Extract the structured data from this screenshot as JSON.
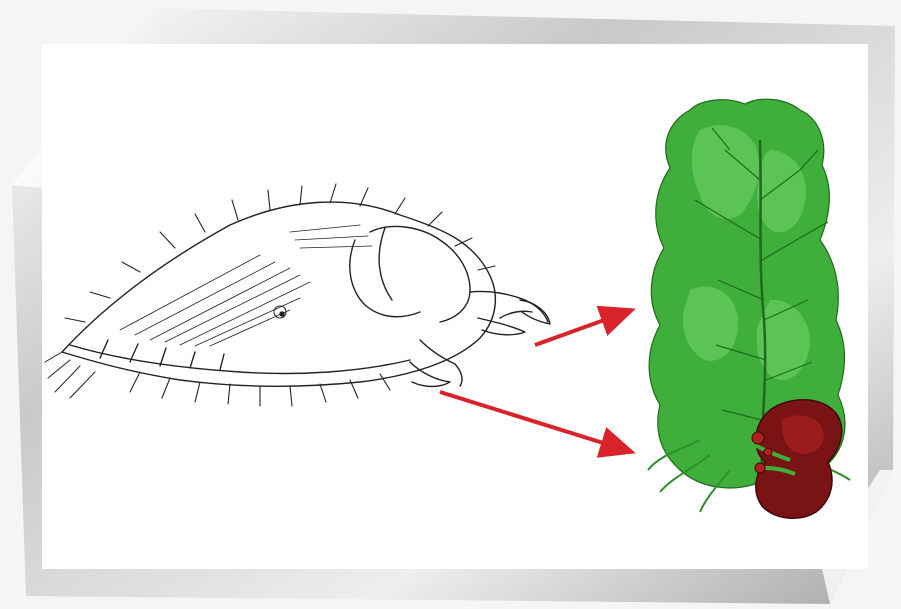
{
  "figure": {
    "subject_left": "insect-larva-line-drawing",
    "subject_right": "green-branched-alga-with-red-holdfast",
    "annotation": "two-red-arrows-pointing-from-larva-legs-to-alga"
  },
  "colors": {
    "background": "#f5f5f3",
    "frame_light": "#ffffff",
    "frame_shadow": "#9a9a9a",
    "panel": "#ffffff",
    "ink": "#222222",
    "arrow": "#d8232a",
    "alga_green": "#3fae3a",
    "alga_dark": "#1f6b1c",
    "holdfast_red": "#7a1414",
    "holdfast_dark": "#3e0808"
  }
}
